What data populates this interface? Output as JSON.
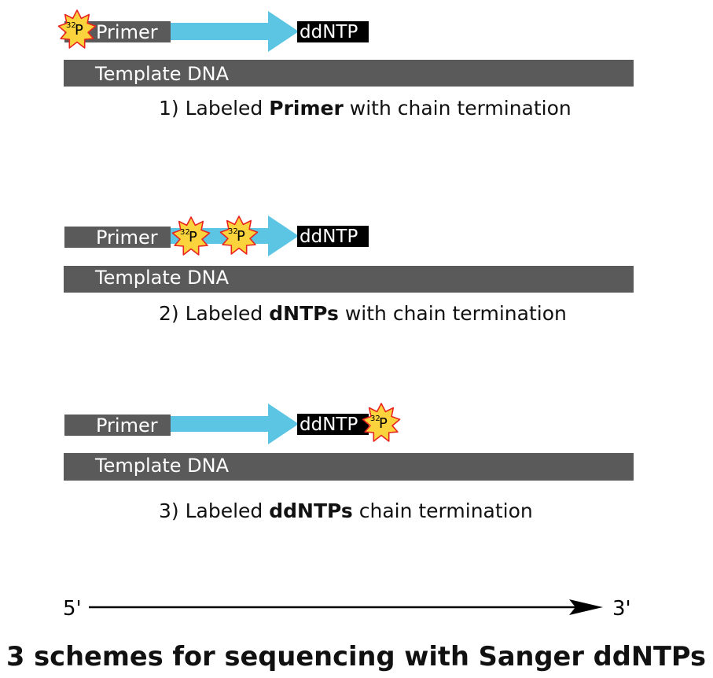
{
  "primer_label": "Primer",
  "template_label": "Template DNA",
  "ddntp_label": "ddNTP",
  "isotope": {
    "mass": "32",
    "symbol": "P"
  },
  "schemes": [
    {
      "caption_prefix": "1) Labeled ",
      "caption_bold": "Primer",
      "caption_suffix": " with chain termination"
    },
    {
      "caption_prefix": "2) Labeled ",
      "caption_bold": "dNTPs",
      "caption_suffix": " with chain termination"
    },
    {
      "caption_prefix": "3) Labeled ",
      "caption_bold": "ddNTPs",
      "caption_suffix": " chain termination"
    }
  ],
  "direction": {
    "start": "5'",
    "end": "3'"
  },
  "title": "3 schemes for sequencing with Sanger ddNTPs",
  "colors": {
    "strand": "#5a5a5a",
    "arrow": "#5bc5e3",
    "ddntp_box": "#000000",
    "star_fill": "#fbd33c",
    "star_stroke": "#e8251f"
  }
}
